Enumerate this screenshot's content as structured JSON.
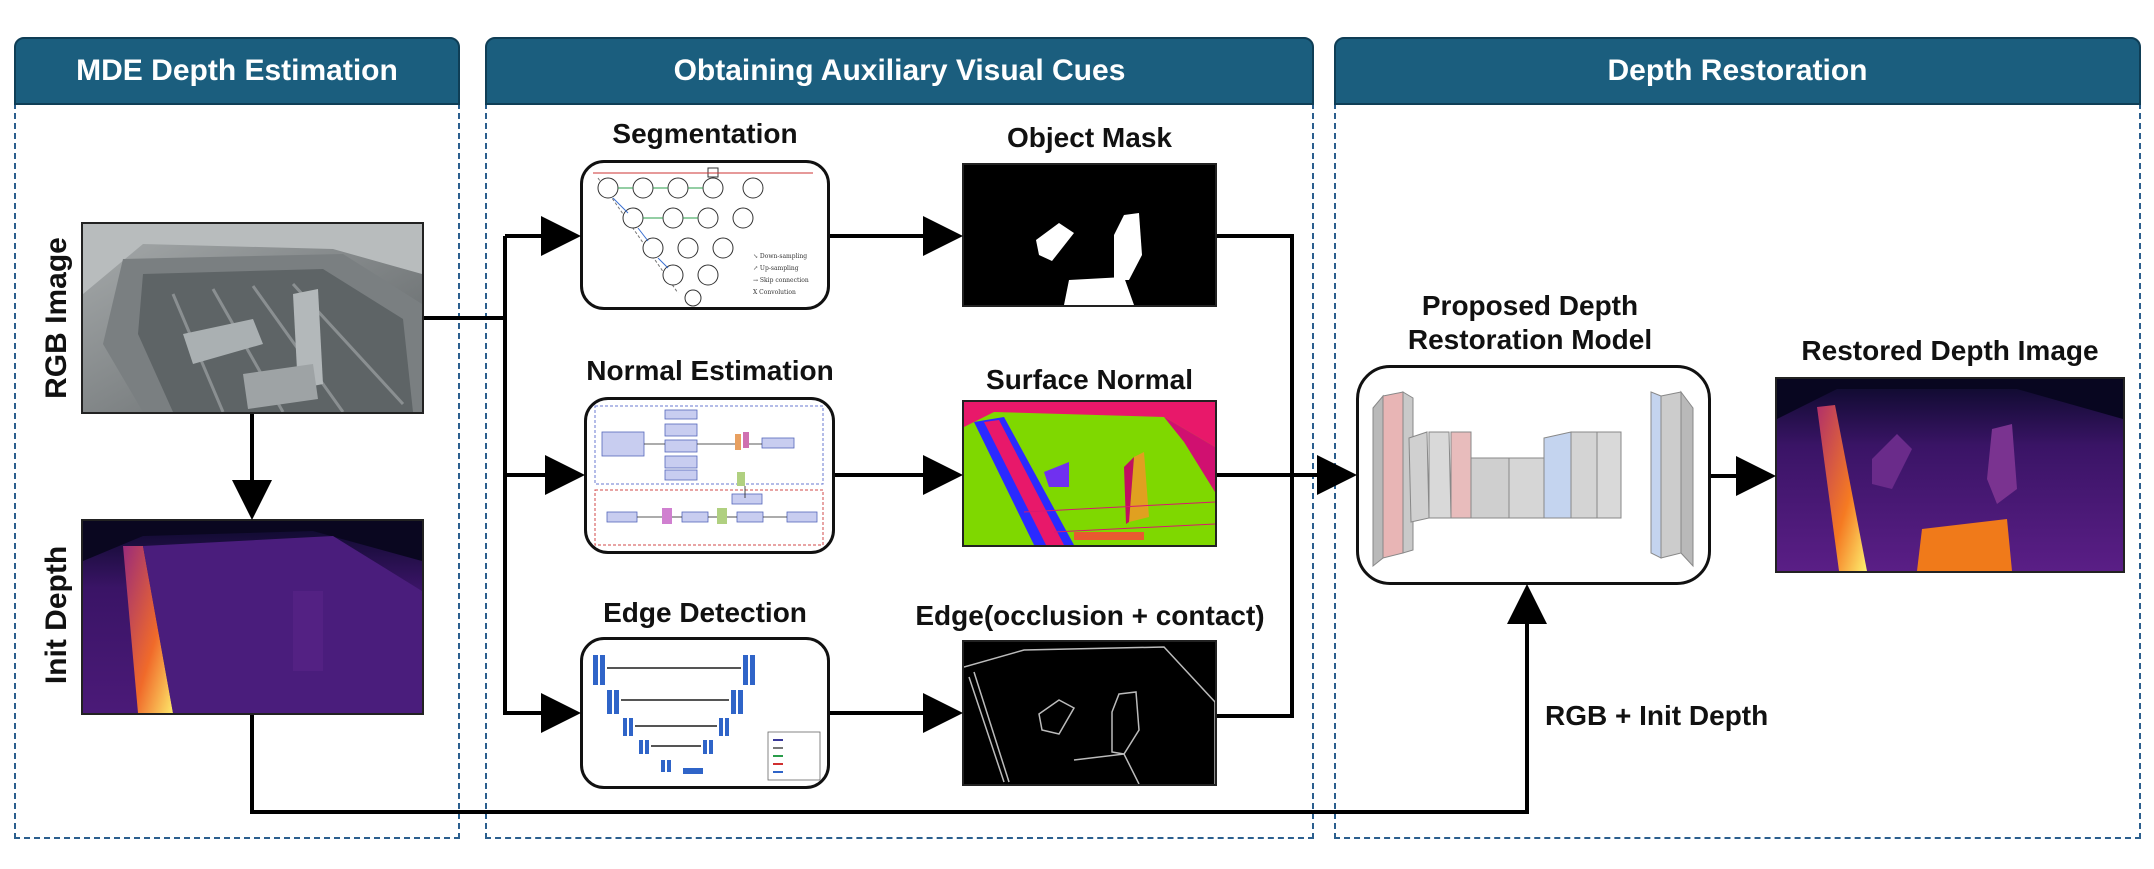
{
  "panels": {
    "mde": {
      "title": "MDE Depth Estimation"
    },
    "aux": {
      "title": "Obtaining Auxiliary Visual Cues"
    },
    "restore": {
      "title": "Depth Restoration"
    }
  },
  "labels": {
    "rgb_image": "RGB Image",
    "init_depth": "Init Depth",
    "segmentation": "Segmentation",
    "normal_estimation": "Normal Estimation",
    "edge_detection": "Edge Detection",
    "object_mask": "Object Mask",
    "surface_normal": "Surface Normal",
    "edge_output": "Edge(occlusion + contact)",
    "model_line1": "Proposed Depth",
    "model_line2": "Restoration Model",
    "restored": "Restored Depth Image",
    "rgb_init_depth": "RGB + Init Depth"
  },
  "colors": {
    "header_bg": "#1b5e7e",
    "panel_border": "#2b5f8e",
    "arrow": "#000000"
  }
}
